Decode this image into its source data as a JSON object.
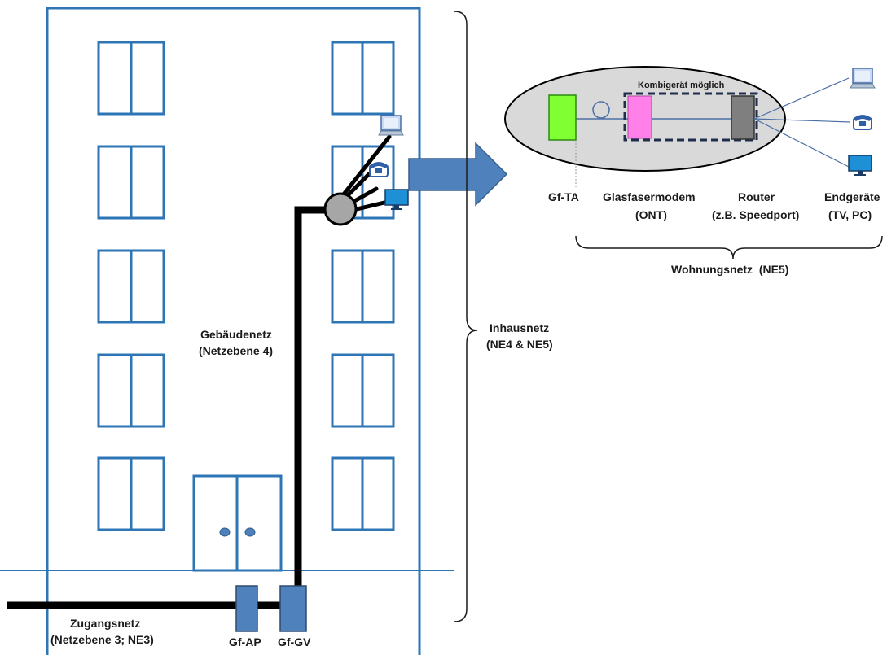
{
  "labels": {
    "building_net_line1": "Gebäudenetz",
    "building_net_line2": "(Netzebene 4)",
    "inhouse_line1": "Inhausnetz",
    "inhouse_line2": "(NE4 & NE5)",
    "access_line1": "Zugangsnetz",
    "access_line2": "(Netzebene 3; NE3)",
    "gf_ap": "Gf-AP",
    "gf_gv": "Gf-GV",
    "combo": "Kombigerät möglich",
    "gf_ta": "Gf-TA",
    "modem_line1": "Glasfasermodem",
    "modem_line2": "(ONT)",
    "router_line1": "Router",
    "router_line2": "(z.B. Speedport)",
    "endpoints_line1": "Endgeräte",
    "endpoints_line2": "(TV, PC)",
    "apartment_net": "Wohnungsnetz  (NE5)"
  },
  "icons": {
    "laptop": "laptop-icon",
    "phone": "telephone-icon",
    "monitor": "monitor-icon"
  },
  "colors": {
    "building_blue": "#2e75b6",
    "arrow_blue": "#4f81bd",
    "cable": "#000000",
    "ellipse_fill": "#d9d9d9",
    "gf_ta_green": "#80ff33",
    "modem_pink": "#ff80e8",
    "router_gray": "#7f7f7f"
  }
}
